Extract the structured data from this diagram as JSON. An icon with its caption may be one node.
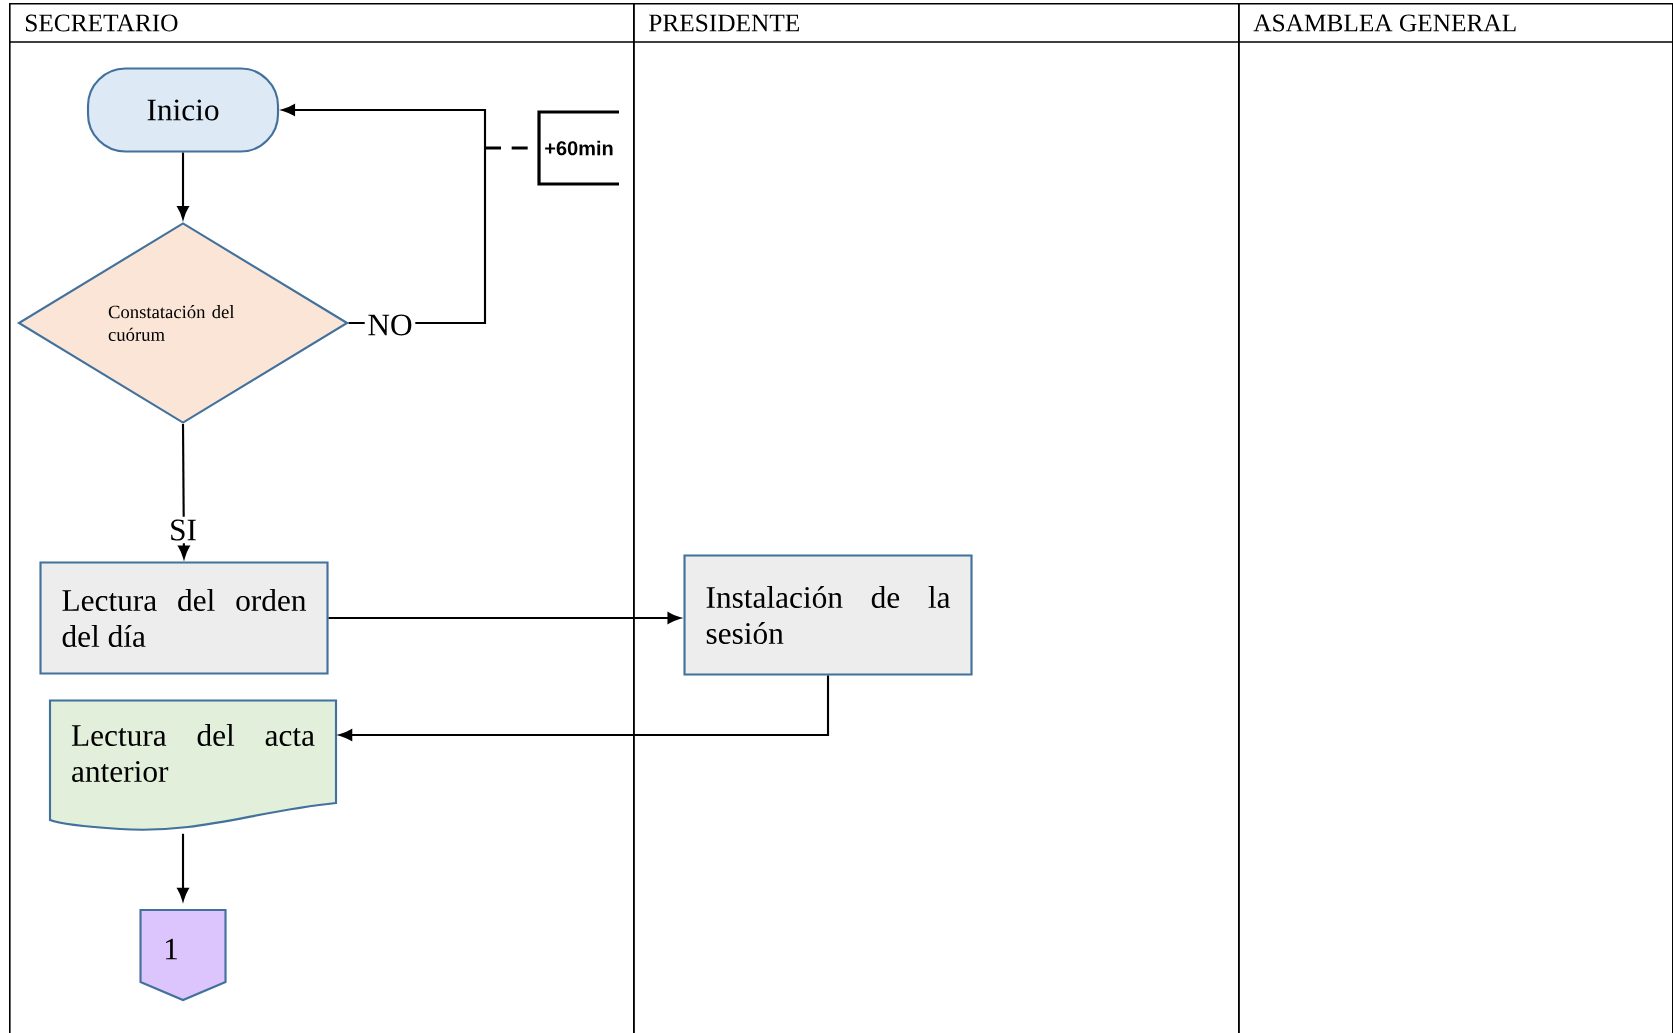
{
  "diagram": {
    "nodes": [
      {
        "text": [
          "SECRETARIO"
        ]
      },
      {
        "text": [
          "PRESIDENTE"
        ]
      },
      {
        "text": [
          "ASAMBLEA GENERAL"
        ]
      },
      {
        "text": [
          "Inicio"
        ],
        "in": 0
      },
      {
        "text": [
          "+60min"
        ],
        "in": 0
      },
      {
        "text": [
          "Constatación del cuórum"
        ],
        "in": 0
      },
      {
        "text": [
          "Lectura del orden del día"
        ],
        "in": 0
      },
      {
        "text": [
          "Instalación de la sesión"
        ],
        "in": 1
      },
      {
        "text": [
          "Lectura del acta anterior"
        ],
        "in": 0
      },
      {
        "text": [
          "1"
        ],
        "in": 0
      }
    ],
    "edges": [
      {
        "from": 3,
        "to": 5,
        "arrow": "to"
      },
      {
        "from": 5,
        "to": 3,
        "arrow": "to",
        "label": "NO"
      },
      {
        "from": 5,
        "to": 6,
        "arrow": "to",
        "label": "SI"
      },
      {
        "from": 6,
        "to": 7,
        "arrow": "to"
      },
      {
        "from": 7,
        "to": 8,
        "arrow": "to"
      },
      {
        "from": 8,
        "to": 9,
        "arrow": "to"
      },
      {
        "from": null,
        "to": 4,
        "arrow": "none",
        "style": "dashed"
      }
    ]
  }
}
